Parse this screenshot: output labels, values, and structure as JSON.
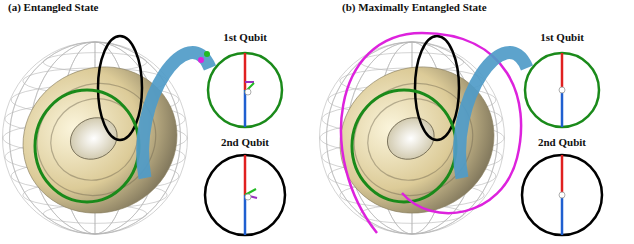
{
  "diagram": {
    "labels": [
      "(a) Entangled State",
      "1st Qubit",
      "2nd Qubit",
      "(b) Maximally Entangled State",
      "1st Qubit",
      "2nd Qubit"
    ]
  }
}
